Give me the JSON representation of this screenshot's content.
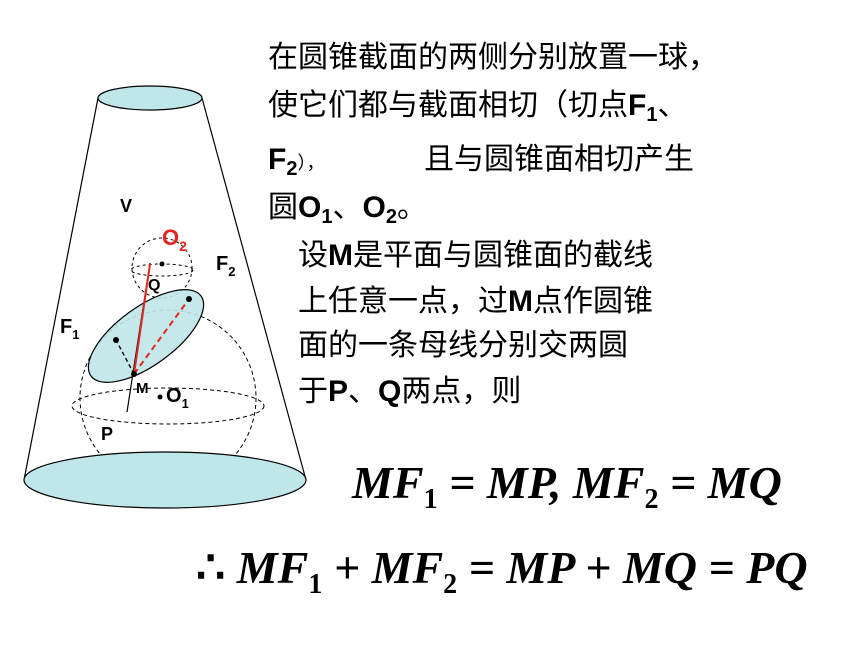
{
  "diagram": {
    "labels": {
      "V": "V",
      "O2": "O",
      "O2_sub": "2",
      "F2": "F",
      "F2_sub": "2",
      "Q": "Q",
      "F1": "F",
      "F1_sub": "1",
      "M": "M",
      "O1": "O",
      "O1_sub": "1",
      "P": "P"
    },
    "colors": {
      "surface_fill": "#bfe6e9",
      "accent_red": "#e5261f",
      "stroke": "#000000"
    }
  },
  "text": {
    "p1_line1": "在圆锥截面的两侧分别放置一球，",
    "p1_line2_a": "使它们都与截面相切（切点",
    "p1_line2_F": "F",
    "p1_line2_sub": "1",
    "p1_line2_b": "、",
    "p1_line3_F": "F",
    "p1_line3_sub": "2",
    "p1_line3_b": "），",
    "p1_line3_c": "且与圆锥面相切产生",
    "p1_line4_a": "圆",
    "p1_line4_O1": "O",
    "p1_line4_sub1": "1",
    "p1_line4_b": "、",
    "p1_line4_O2": "O",
    "p1_line4_sub2": "2",
    "p1_line4_c": "。",
    "p2_line1_a": "设",
    "p2_line1_M": "M",
    "p2_line1_b": "是平面与圆锥面的截线",
    "p2_line2_a": "上任意一点，过",
    "p2_line2_M": "M",
    "p2_line2_b": "点作圆锥",
    "p2_line3": "面的一条母线分别交两圆",
    "p2_line4_a": "于",
    "p2_line4_P": "P",
    "p2_line4_b": "、",
    "p2_line4_Q": "Q",
    "p2_line4_c": "两点，则"
  },
  "formulas": {
    "f1": {
      "t1": "MF",
      "s1": "1",
      "t2": " = MP, MF",
      "s2": "2",
      "t3": " = MQ"
    },
    "f2": {
      "therefore": "∴ ",
      "t1": "MF",
      "s1": "1",
      "t2": " + MF",
      "s2": "2",
      "t3": " = MP + MQ = PQ"
    }
  }
}
